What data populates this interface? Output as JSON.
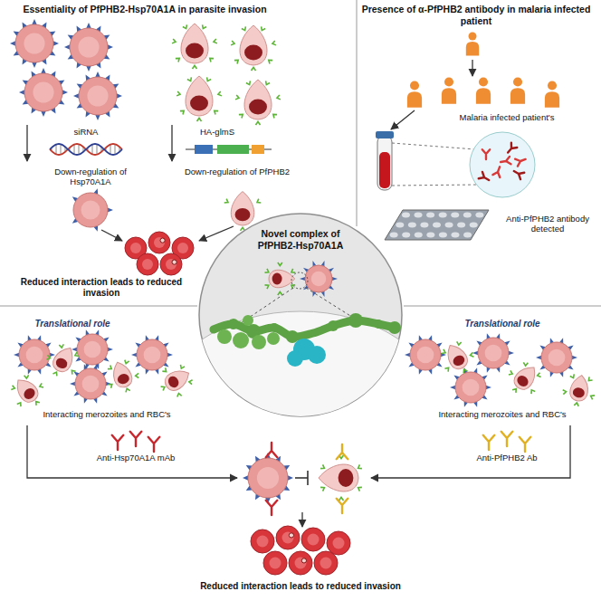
{
  "diagram": {
    "nodes": [
      {
        "text": [
          "Novel complex of PfPHB2-Hsp70A1A"
        ]
      }
    ],
    "labels": [
      "Essentiality of PfPHB2-Hsp70A1A in parasite invasion",
      "Presence of α-PfPHB2 antibody in malaria infected patient",
      "siRNA",
      "HA-glmS",
      "Down-regulation of Hsp70A1A",
      "Down-regulation of PfPHB2",
      "Reduced interaction leads to reduced invasion",
      "Malaria infected patient's",
      "Anti-PfPHB2 antibody detected",
      "Translational role",
      "Interacting merozoites and RBC's",
      "Anti-Hsp70A1A mAb",
      "Translational role",
      "Interacting merozoites and RBC's",
      "Anti-PfPHB2 Ab",
      "Reduced interaction leads to reduced invasion"
    ]
  }
}
